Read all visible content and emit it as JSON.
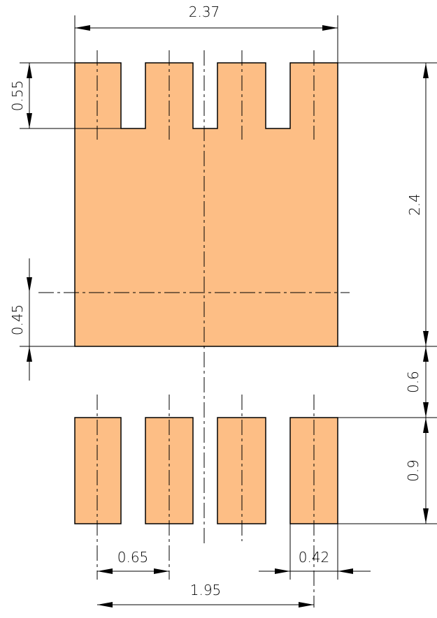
{
  "drawing": {
    "colors": {
      "pad_fill": "#fdbe85",
      "line": "#000000",
      "background": "#ffffff"
    },
    "dimensions": {
      "overall_width": "2.37",
      "top_notch_depth": "0.55",
      "thermal_pad_height": "2.4",
      "center_offset": "0.45",
      "pad_gap": "0.6",
      "pad_length": "0.9",
      "pad_pitch": "0.65",
      "pad_width": "0.42",
      "pad_span": "1.95"
    }
  }
}
